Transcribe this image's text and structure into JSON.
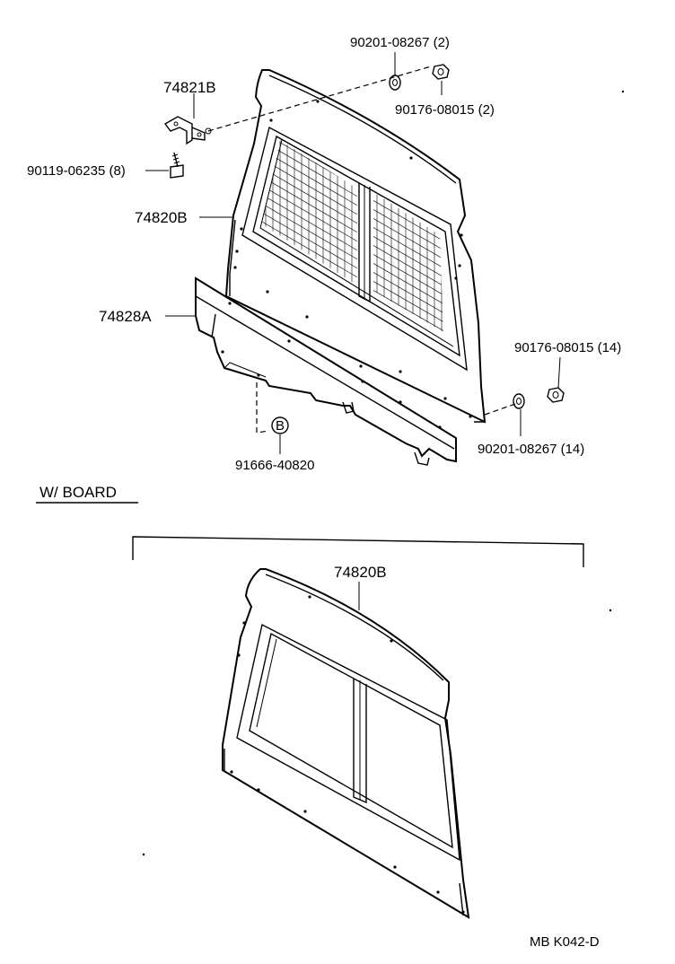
{
  "labels": {
    "part_74821B": "74821B",
    "part_90201_08267_2": "90201-08267 (2)",
    "part_90176_08015_2": "90176-08015 (2)",
    "part_90119_06235_8": "90119-06235 (8)",
    "part_74820B_top": "74820B",
    "part_74828A": "74828A",
    "part_90176_08015_14": "90176-08015 (14)",
    "part_90201_08267_14": "90201-08267 (14)",
    "ref_B": "B",
    "part_91666_40820": "91666-40820",
    "section_w_board": "W/ BOARD",
    "part_74820B_bottom": "74820B",
    "footer_code": "MB  K042-D"
  }
}
